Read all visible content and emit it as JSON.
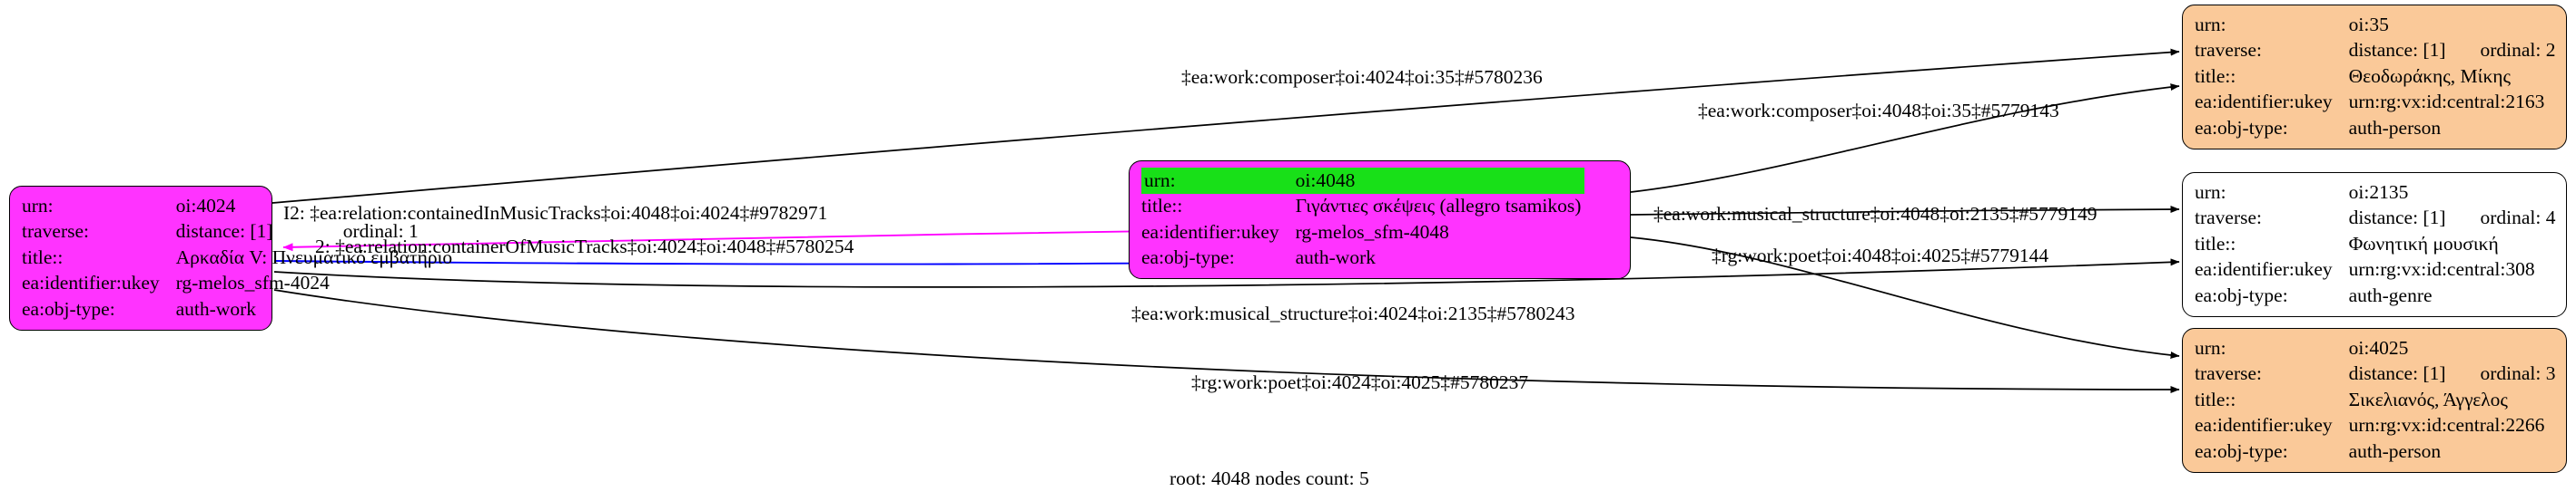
{
  "graph": {
    "footer": "root: 4048 nodes count: 5",
    "colors": {
      "node_focus_fill": "#ff33ff",
      "node_person_fill": "#fac999",
      "node_plain_fill": "#ffffff",
      "row_highlight_fill": "#18e018",
      "edge_default": "#000000",
      "edge_magenta": "#ff00ff",
      "edge_blue": "#0000ff"
    },
    "nodes": [
      {
        "id": "oi4024",
        "style": "magenta",
        "rows": [
          {
            "key": "urn:",
            "value": "oi:4024",
            "value2": "",
            "highlight": false
          },
          {
            "key": "traverse:",
            "value": "distance: [1]",
            "value2": "ordinal: 1",
            "highlight": false
          },
          {
            "key": "title::",
            "value": "Αρκαδία V: Πνευματικό εμβατήριο",
            "value2": "",
            "highlight": false
          },
          {
            "key": "ea:identifier:ukey",
            "value": "rg-melos_sfm-4024",
            "value2": "",
            "highlight": false
          },
          {
            "key": "ea:obj-type:",
            "value": "auth-work",
            "value2": "",
            "highlight": false
          }
        ]
      },
      {
        "id": "oi4048",
        "style": "magenta",
        "rows": [
          {
            "key": "urn:",
            "value": "oi:4048",
            "value2": "",
            "highlight": true
          },
          {
            "key": "title::",
            "value": "Γιγάντιες σκέψεις (allegro tsamikos)",
            "value2": "",
            "highlight": false
          },
          {
            "key": "ea:identifier:ukey",
            "value": "rg-melos_sfm-4048",
            "value2": "",
            "highlight": false
          },
          {
            "key": "ea:obj-type:",
            "value": "auth-work",
            "value2": "",
            "highlight": false
          }
        ]
      },
      {
        "id": "oi35",
        "style": "peach",
        "rows": [
          {
            "key": "urn:",
            "value": "oi:35",
            "value2": "",
            "highlight": false
          },
          {
            "key": "traverse:",
            "value": "distance: [1]",
            "value2": "ordinal: 2",
            "highlight": false
          },
          {
            "key": "title::",
            "value": "Θεοδωράκης, Μίκης",
            "value2": "",
            "highlight": false
          },
          {
            "key": "ea:identifier:ukey",
            "value": "urn:rg:vx:id:central:2163",
            "value2": "",
            "highlight": false
          },
          {
            "key": "ea:obj-type:",
            "value": "auth-person",
            "value2": "",
            "highlight": false
          }
        ]
      },
      {
        "id": "oi2135",
        "style": "plain",
        "rows": [
          {
            "key": "urn:",
            "value": "oi:2135",
            "value2": "",
            "highlight": false
          },
          {
            "key": "traverse:",
            "value": "distance: [1]",
            "value2": "ordinal: 4",
            "highlight": false
          },
          {
            "key": "title::",
            "value": "Φωνητική μουσική",
            "value2": "",
            "highlight": false
          },
          {
            "key": "ea:identifier:ukey",
            "value": "urn:rg:vx:id:central:308",
            "value2": "",
            "highlight": false
          },
          {
            "key": "ea:obj-type:",
            "value": "auth-genre",
            "value2": "",
            "highlight": false
          }
        ]
      },
      {
        "id": "oi4025",
        "style": "peach",
        "rows": [
          {
            "key": "urn:",
            "value": "oi:4025",
            "value2": "",
            "highlight": false
          },
          {
            "key": "traverse:",
            "value": "distance: [1]",
            "value2": "ordinal: 3",
            "highlight": false
          },
          {
            "key": "title::",
            "value": "Σικελιανός, Άγγελος",
            "value2": "",
            "highlight": false
          },
          {
            "key": "ea:identifier:ukey",
            "value": "urn:rg:vx:id:central:2266",
            "value2": "",
            "highlight": false
          },
          {
            "key": "ea:obj-type:",
            "value": "auth-person",
            "value2": "",
            "highlight": false
          }
        ]
      }
    ],
    "edges": [
      {
        "id": "e1",
        "label": "‡ea:work:composer‡oi:4024‡oi:35‡#5780236",
        "from": "oi4024",
        "to": "oi35",
        "color": "#000000"
      },
      {
        "id": "e2",
        "label": "‡ea:work:composer‡oi:4048‡oi:35‡#5779143",
        "from": "oi4048",
        "to": "oi35",
        "color": "#000000"
      },
      {
        "id": "e3",
        "label": "I2: ‡ea:relation:containedInMusicTracks‡oi:4048‡oi:4024‡#9782971",
        "from": "oi4048",
        "to": "oi4024",
        "color": "#ff00ff"
      },
      {
        "id": "e4",
        "label": "2: ‡ea:relation:containerOfMusicTracks‡oi:4024‡oi:4048‡#5780254",
        "from": "oi4024",
        "to": "oi4048",
        "color": "#0000ff"
      },
      {
        "id": "e5",
        "label": "‡ea:work:musical_structure‡oi:4048‡oi:2135‡#5779149",
        "from": "oi4048",
        "to": "oi2135",
        "color": "#000000"
      },
      {
        "id": "e6",
        "label": "‡rg:work:poet‡oi:4048‡oi:4025‡#5779144",
        "from": "oi4048",
        "to": "oi4025",
        "color": "#000000"
      },
      {
        "id": "e7",
        "label": "‡ea:work:musical_structure‡oi:4024‡oi:2135‡#5780243",
        "from": "oi4024",
        "to": "oi2135",
        "color": "#000000"
      },
      {
        "id": "e8",
        "label": "‡rg:work:poet‡oi:4024‡oi:4025‡#5780237",
        "from": "oi4024",
        "to": "oi4025",
        "color": "#000000"
      }
    ]
  }
}
